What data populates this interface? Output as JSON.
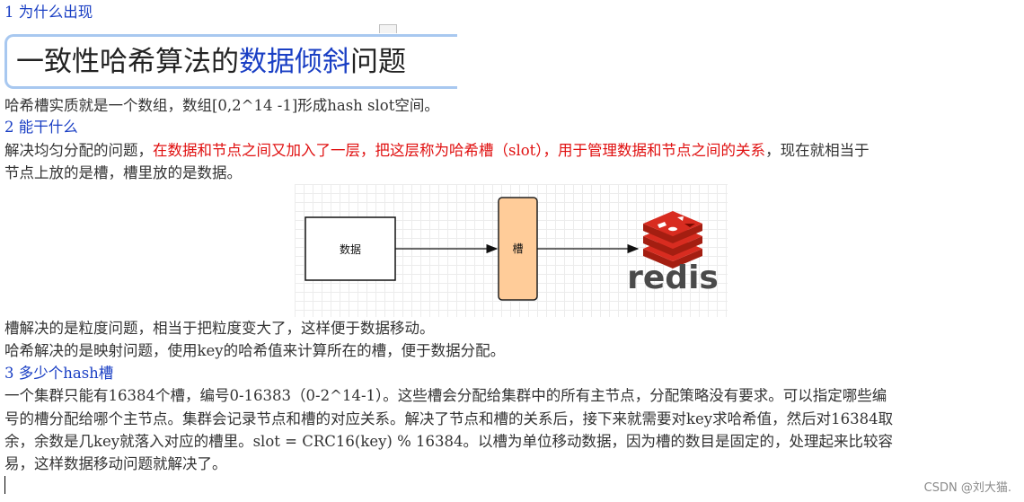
{
  "sections": {
    "s1_heading": "1 为什么出现",
    "title": {
      "part1": "一致性哈希算法的",
      "part2": "数据倾斜",
      "part3": "问题"
    },
    "s1_body": "哈希槽实质就是一个数组，数组[0,2^14 -1]形成hash slot空间。",
    "s2_heading": "2 能干什么",
    "s2_body_line1": {
      "pre": "解决均匀分配的问题，",
      "red": "在数据和节点之间又加入了一层，把这层称为哈希槽（slot），用于管理数据和节点之间的关系",
      "post": "，现在就相当于"
    },
    "s2_body_line2": "节点上放的是槽，槽里放的是数据。",
    "s2_after1": "槽解决的是粒度问题，相当于把粒度变大了，这样便于数据移动。",
    "s2_after2": "哈希解决的是映射问题，使用key的哈希值来计算所在的槽，便于数据分配。",
    "s3_heading": "3 多少个hash槽",
    "s3_line1": "一个集群只能有16384个槽，编号0-16383（0-2^14-1）。这些槽会分配给集群中的所有主节点，分配策略没有要求。可以指定哪些编",
    "s3_line2": "号的槽分配给哪个主节点。集群会记录节点和槽的对应关系。解决了节点和槽的关系后，接下来就需要对key求哈希值，然后对16384取",
    "s3_line3": "余，余数是几key就落入对应的槽里。slot = CRC16(key) % 16384。以槽为单位移动数据，因为槽的数目是固定的，处理起来比较容",
    "s3_line4": "易，这样数据移动问题就解决了。"
  },
  "diagram": {
    "data_box_label": "数据",
    "slot_box_label": "槽",
    "redis_logo_text": "redis",
    "colors": {
      "slot_fill": "#ffcc99",
      "redis_red": "#d82c20",
      "redis_text": "#4a4a4a"
    }
  },
  "footer": {
    "watermark": "CSDN @刘大猫."
  },
  "colors": {
    "heading": "#1a3fc4",
    "emphasis": "#e01010",
    "body": "#333333",
    "title_border": "#a8c8f0"
  }
}
